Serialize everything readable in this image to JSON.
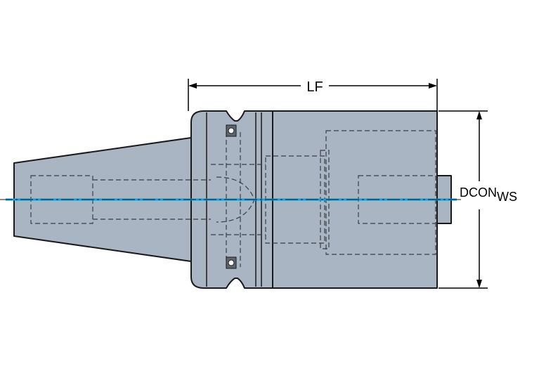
{
  "dimensions": {
    "length_label": "LF",
    "diameter_label_main": "DCON",
    "diameter_label_sub": "WS"
  },
  "colors": {
    "body_fill": "#a9b5c3",
    "outline": "#1a1a1a",
    "hidden_line": "#3a3f46",
    "axis_line": "#00a6e8",
    "dimension_line": "#000000"
  }
}
